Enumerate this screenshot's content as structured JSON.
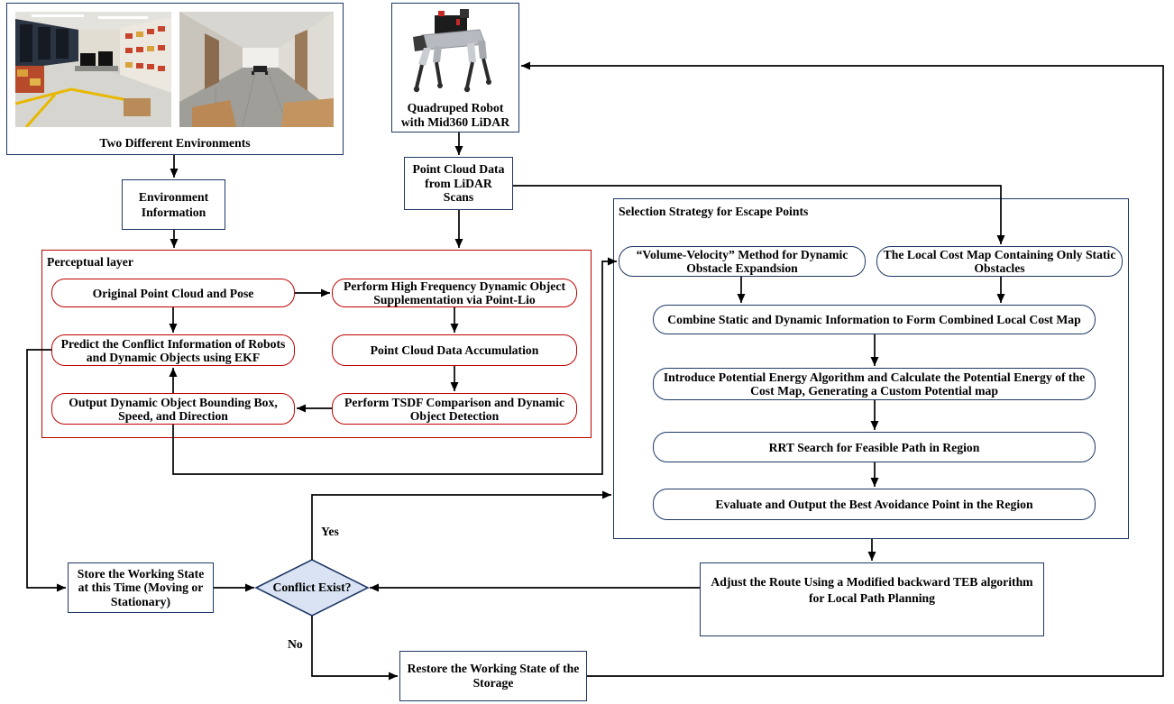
{
  "environments": {
    "caption": "Two Different Environments",
    "photos": [
      "lab-environment-photo",
      "corridor-environment-photo"
    ]
  },
  "robot": {
    "image": "quadruped-robot-image",
    "caption": "Quadruped Robot\nwith Mid360 LiDAR"
  },
  "environment_info": "Environment\nInformation",
  "point_cloud_data": "Point Cloud Data\nfrom LiDAR\nScans",
  "perceptual_layer": {
    "title": "Perceptual layer",
    "original_point_cloud": "Original Point Cloud and Pose",
    "supplementation": "Perform High Frequency Dynamic Object\nSupplementation via Point-Lio",
    "predict_conflict": "Predict the Conflict Information of Robots\nand Dynamic Objects using EKF",
    "accumulation": "Point Cloud Data Accumulation",
    "output_bounding_box": "Output Dynamic Object Bounding Box,\nSpeed, and Direction",
    "tsdf_detection": "Perform TSDF Comparison and Dynamic\nObject Detection"
  },
  "selection_strategy": {
    "title": "Selection Strategy for Escape Points",
    "volume_velocity": "“Volume-Velocity” Method for Dynamic\nObstacle Expandsion",
    "local_cost_map": "The Local Cost Map Containing Only Static\nObstacles",
    "combine": "Combine Static and Dynamic Information to Form Combined Local Cost Map",
    "potential_energy": "Introduce Potential Energy Algorithm and Calculate the Potential Energy of the\nCost Map, Generating a Custom Potential map",
    "rrt_search": "RRT Search for Feasible Path in Region",
    "evaluate": "Evaluate and Output the Best Avoidance Point in the Region"
  },
  "adjust_route": "Adjust the Route Using a Modified backward TEB algorithm\nfor Local Path Planning",
  "store_state": "Store the Working State\nat this Time (Moving or\nStationary)",
  "decision": {
    "label": "Conflict Exist?",
    "yes": "Yes",
    "no": "No"
  },
  "restore_state": "Restore the Working State of the\nStorage",
  "colors": {
    "box_border": "#1f3864",
    "perceptual_border": "#c00000",
    "decision_fill": "#dae3f3",
    "arrow": "#000000"
  }
}
